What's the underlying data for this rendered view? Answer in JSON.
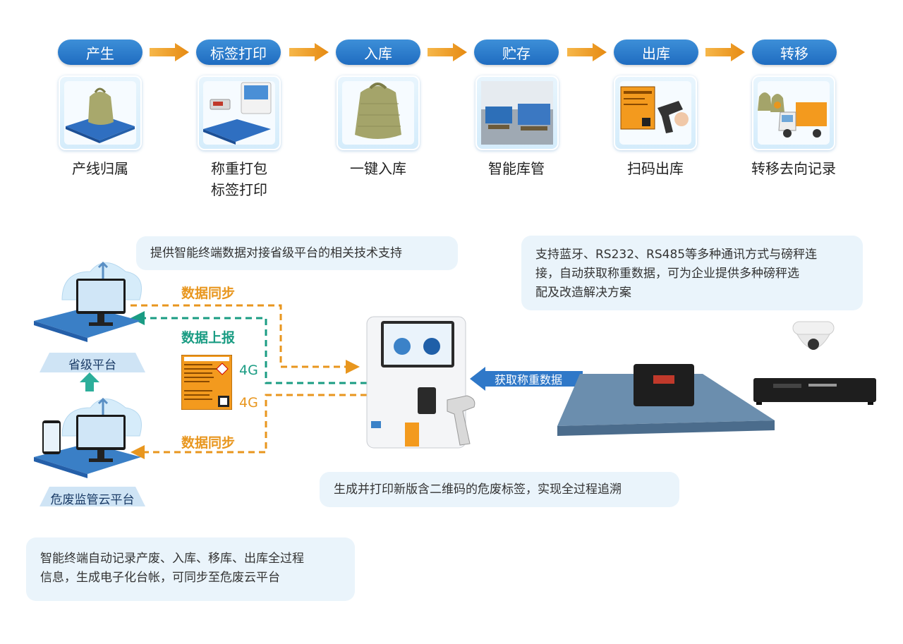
{
  "steps": [
    {
      "label": "产生",
      "caption": [
        "产线归属"
      ]
    },
    {
      "label": "标签打印",
      "caption": [
        "称重打包",
        "标签打印"
      ]
    },
    {
      "label": "入库",
      "caption": [
        "一键入库"
      ]
    },
    {
      "label": "贮存",
      "caption": [
        "智能库管"
      ]
    },
    {
      "label": "出库",
      "caption": [
        "扫码出库"
      ]
    },
    {
      "label": "转移",
      "caption": [
        "转移去向记录"
      ]
    }
  ],
  "notes": {
    "top_center": "提供智能终端数据对接省级平台的相关技术支持",
    "top_right": [
      "支持蓝牙、RS232、RS485等多种通讯方式与磅秤连",
      "接，自动获取称重数据，可为企业提供多种磅秤选",
      "配及改造解决方案"
    ],
    "bottom_center": "生成并打印新版含二维码的危废标签，实现全过程追溯",
    "bottom_left": [
      "智能终端自动记录产废、入库、移库、出库全过程",
      "信息，生成电子化台帐，可同步至危废云平台"
    ]
  },
  "flow_labels": {
    "sync_top": "数据同步",
    "report": "数据上报",
    "sync_bottom": "数据同步",
    "net1": "4G",
    "net2": "4G",
    "weigh": "获取称重数据"
  },
  "platforms": {
    "provincial": "省级平台",
    "cloud": "危废监管云平台"
  },
  "colors": {
    "pill_blue": "#1f6cc0",
    "orange": "#e8961e",
    "green": "#1a9c83",
    "note_bg": "#eaf4fb"
  }
}
